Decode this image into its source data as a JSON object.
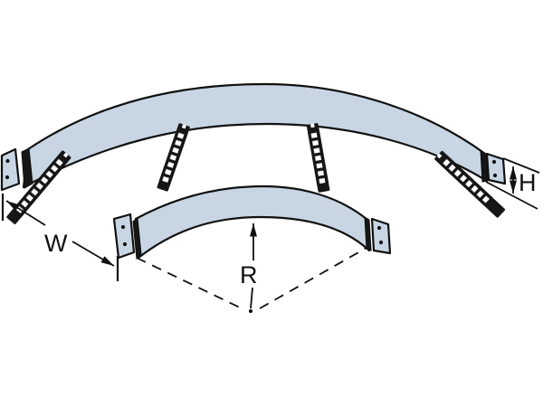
{
  "diagram": {
    "dimensions": {
      "width_label": "W",
      "radius_label": "R",
      "height_label": "H"
    },
    "colors": {
      "rail_fill": "#c8d6e4",
      "outline": "#111111",
      "rung_fill": "#161616",
      "dimension": "#111111",
      "background": "#ffffff"
    }
  }
}
